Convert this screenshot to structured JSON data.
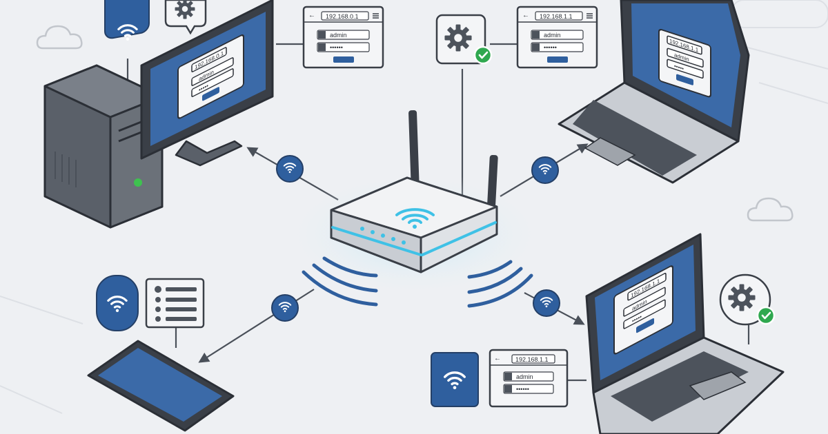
{
  "colors": {
    "background": "#eef0f3",
    "outline": "#3a3f47",
    "accent_blue": "#2f5f9e",
    "screen_blue": "#3b6aa8",
    "glow_cyan": "#3fc1e6",
    "check_green": "#2fa84f",
    "panel_fill": "#f4f5f7",
    "device_gray": "#c9cdd3"
  },
  "icons": [
    "wifi-icon",
    "gear-icon",
    "checkmark-icon",
    "cloud-icon",
    "user-icon",
    "lock-icon",
    "settings-list-icon",
    "arrow-icon"
  ],
  "login_panels": {
    "top_center": {
      "ip": "192.168.0.1",
      "username": "admin",
      "password": "••••••"
    },
    "top_right": {
      "ip": "192.168.1.1",
      "username": "admin",
      "password": "••••••"
    },
    "bottom_right": {
      "ip": "192.168.1.1",
      "username": "admin",
      "password": "••••••"
    },
    "desktop_screen": {
      "ip": "192.168.0.1",
      "username": "admin",
      "password": "•••••"
    },
    "laptop_top_screen": {
      "ip": "192.168.1.1",
      "username": "admin",
      "password": "•••••"
    },
    "laptop_bottom_screen": {
      "ip": "192.168.1.1",
      "username": "admin",
      "password": "•••••"
    }
  }
}
